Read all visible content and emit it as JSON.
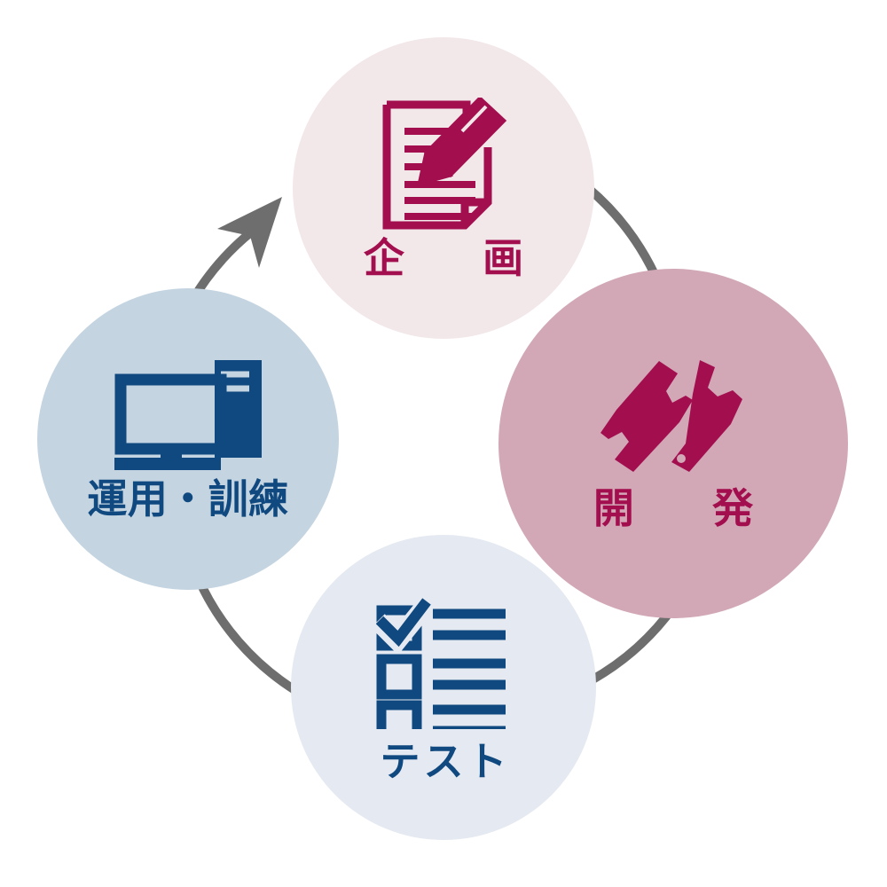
{
  "diagram": {
    "type": "cycle",
    "title": "",
    "direction": "counter-clockwise",
    "arc": {
      "color": "#6E6E6E",
      "stroke_width": 10,
      "arrow_name": "cycle-arrow-head"
    },
    "nodes": [
      {
        "id": "planning",
        "label": "企　画",
        "icon": "document-pencil-icon",
        "bg_color": "#F2E7E9",
        "fg_color": "#A30E4F",
        "position": "top"
      },
      {
        "id": "development",
        "label": "開　発",
        "icon": "two-wrenches-icon",
        "bg_color": "#D2A8B6",
        "fg_color": "#A30E4F",
        "position": "right"
      },
      {
        "id": "test",
        "label": "テスト",
        "icon": "checklist-icon",
        "bg_color": "#E5E9F1",
        "fg_color": "#10497F",
        "position": "bottom"
      },
      {
        "id": "operations",
        "label": "運用・訓練",
        "icon": "desktop-computer-icon",
        "bg_color": "#C4D4E1",
        "fg_color": "#10497F",
        "position": "left"
      }
    ]
  }
}
